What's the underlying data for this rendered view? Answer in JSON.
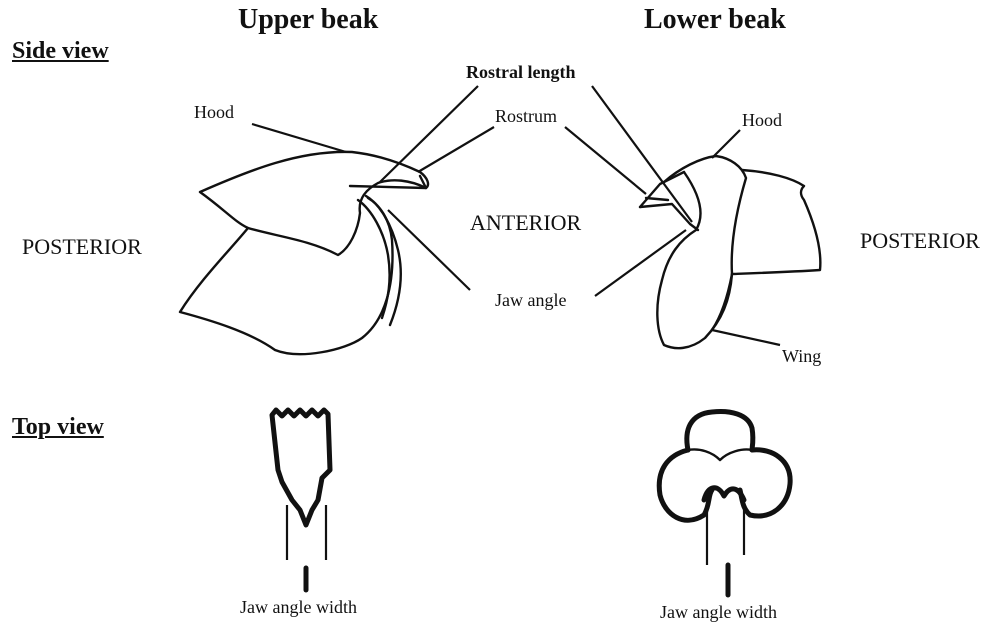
{
  "headers": {
    "upper": "Upper beak",
    "lower": "Lower beak"
  },
  "views": {
    "side": "Side view",
    "top": "Top view"
  },
  "orientation": {
    "posterior_left": "POSTERIOR",
    "anterior": "ANTERIOR",
    "posterior_right": "POSTERIOR"
  },
  "labels": {
    "rostral_length": "Rostral length",
    "rostrum": "Rostrum",
    "hood_upper": "Hood",
    "hood_lower": "Hood",
    "jaw_angle": "Jaw angle",
    "wing": "Wing",
    "jaw_width_upper": "Jaw angle width",
    "jaw_width_lower": "Jaw angle width"
  }
}
